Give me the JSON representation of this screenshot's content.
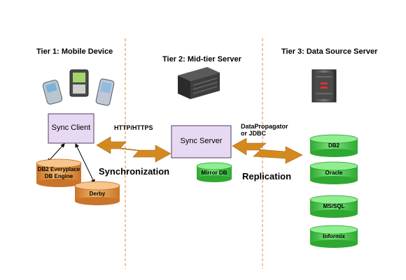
{
  "tiers": {
    "tier1": "Tier 1: Mobile Device",
    "tier2": "Tier 2: Mid-tier Server",
    "tier3": "Tier 3: Data Source Server"
  },
  "components": {
    "sync_client": "Sync Client",
    "sync_server": "Sync Server"
  },
  "databases": {
    "db2_everyplace": "DB2 Everyplace\nDB Engine",
    "derby": "Derby",
    "mirror_db": "Mirror DB",
    "sources": [
      "DB2",
      "Oracle",
      "MS/SQL",
      "Informix"
    ]
  },
  "labels": {
    "protocol": "HTTP/HTTPS",
    "synchronization": "Synchronization",
    "dataprop": "DataPropagator\nor JDBC",
    "replication": "Replication"
  },
  "colors": {
    "arrow": "#d4891f",
    "box_fill": "#e8d9f2",
    "box_stroke": "#6a5a80",
    "db_orange": "#e9a24c",
    "db_green": "#5ad05a",
    "divider": "#e89a5a"
  },
  "icons": [
    "pda-devices-icon",
    "server-icon",
    "rack-server-icon"
  ]
}
